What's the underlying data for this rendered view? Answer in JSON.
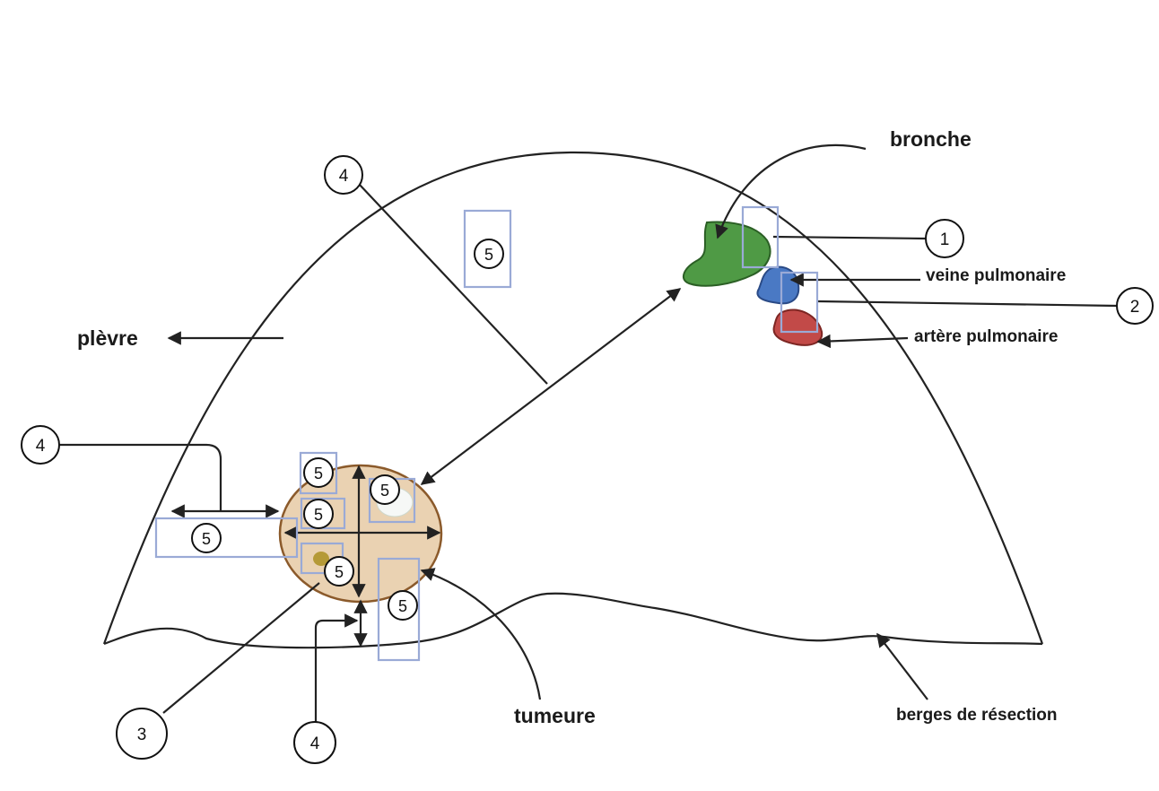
{
  "labels": {
    "bronche": "bronche",
    "veine": "veine pulmonaire",
    "artere": "artère pulmonaire",
    "plevre": "plèvre",
    "tumeur": "tumeure",
    "berges": "berges de résection"
  },
  "markers": {
    "m1": "1",
    "m2": "2",
    "m3": "3",
    "m4": "4",
    "m5": "5"
  },
  "colors": {
    "bronche": "#4f9a45",
    "veine": "#4a79c4",
    "artere": "#c24a48",
    "tumeur": "#ead2b2",
    "tumeur_border": "#8b5a2b",
    "box": "#9aaad6"
  }
}
